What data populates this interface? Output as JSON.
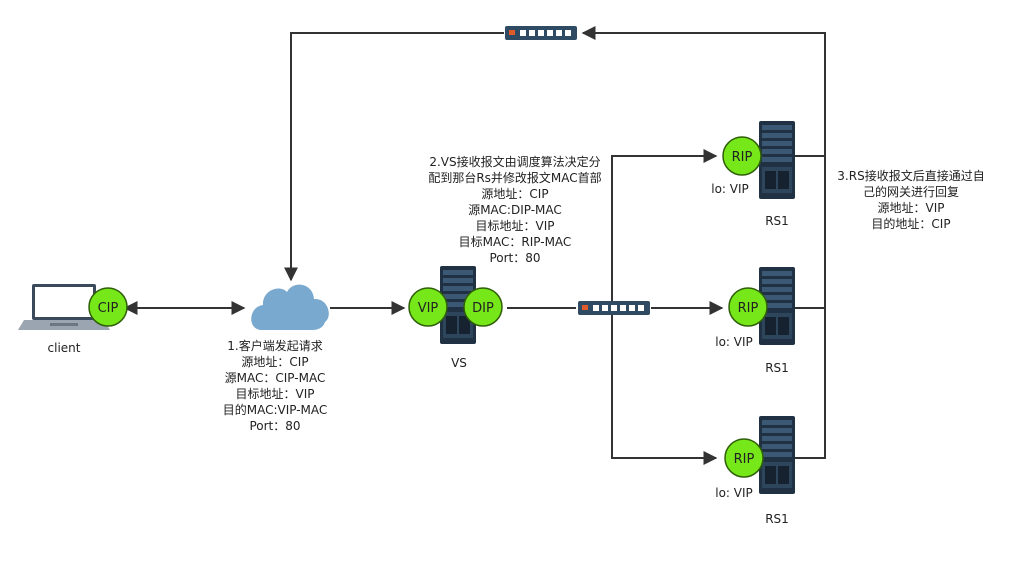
{
  "colors": {
    "badge_fill": "#76e81a",
    "badge_stroke": "#2f5f08",
    "line": "#333333",
    "cloud": "#79a9cf",
    "server_dark": "#1f3142",
    "server_mid": "#2e465c",
    "switch_body": "#2f4a63"
  },
  "nodes": {
    "client": {
      "label": "client",
      "badge": "CIP",
      "icon": "laptop-icon"
    },
    "internet": {
      "icon": "cloud-icon"
    },
    "vs": {
      "label": "VS",
      "badges": [
        "VIP",
        "DIP"
      ],
      "icon": "server-icon"
    },
    "switch_top": {
      "icon": "switch-icon"
    },
    "switch_mid": {
      "icon": "switch-icon"
    },
    "rs": [
      {
        "label": "RS1",
        "badge": "RIP",
        "lo": "lo: VIP"
      },
      {
        "label": "RS1",
        "badge": "RIP",
        "lo": "lo: VIP"
      },
      {
        "label": "RS1",
        "badge": "RIP",
        "lo": "lo: VIP"
      }
    ]
  },
  "annotations": {
    "step1": [
      "1.客户端发起请求",
      "源地址：CIP",
      "源MAC：CIP-MAC",
      "目标地址：VIP",
      "目的MAC:VIP-MAC",
      "Port：80"
    ],
    "step2": [
      "2.VS接收报文由调度算法决定分",
      "配到那台Rs并修改报文MAC首部",
      "源地址：CIP",
      "源MAC:DIP-MAC",
      "目标地址：VIP",
      "目标MAC：RIP-MAC",
      "Port：80"
    ],
    "step3": [
      "3.RS接收报文后直接通过自",
      "己的网关进行回复",
      "源地址：VIP",
      "目的地址：CIP"
    ]
  }
}
